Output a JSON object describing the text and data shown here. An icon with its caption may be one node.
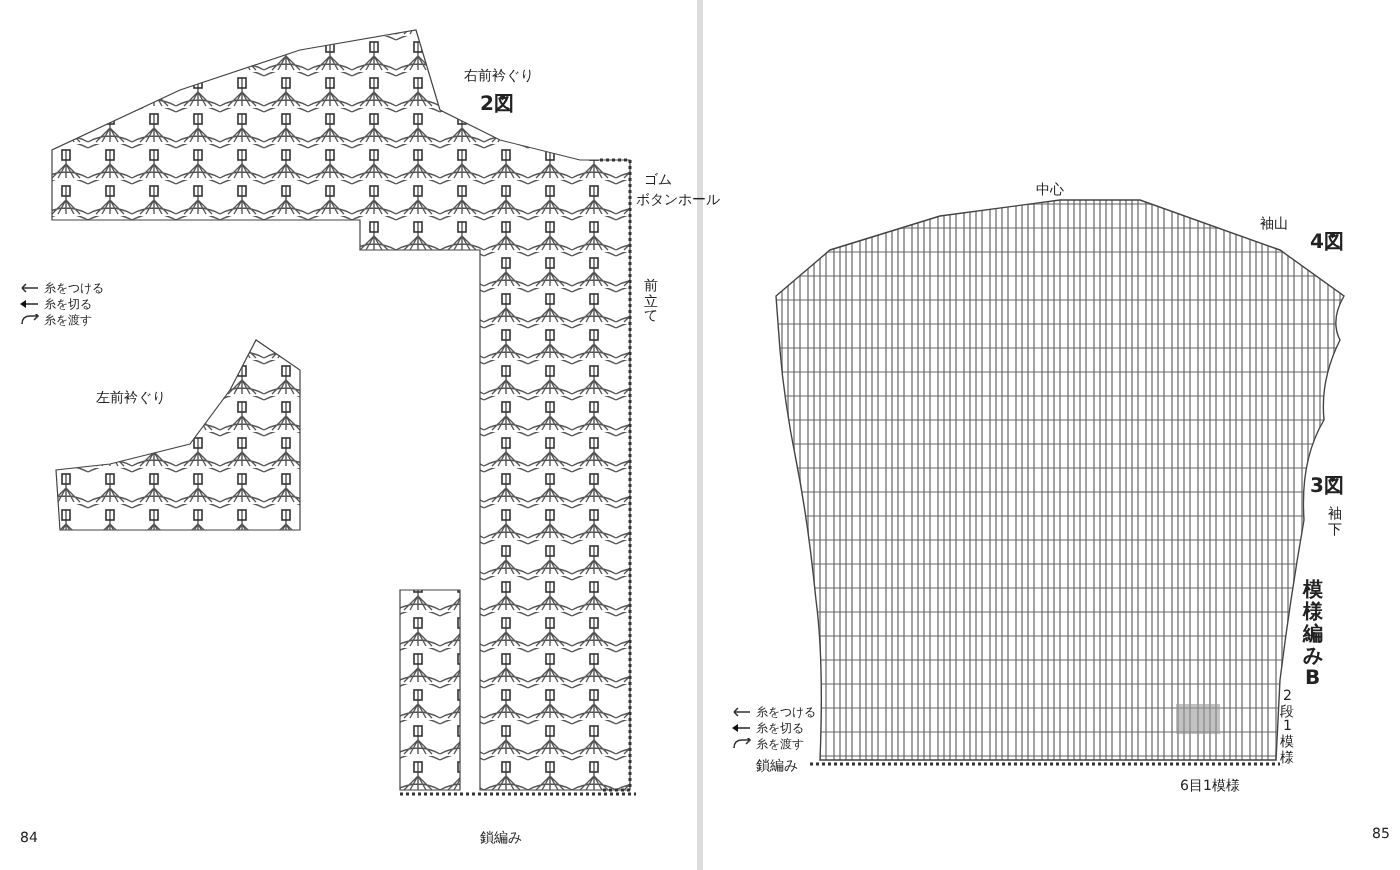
{
  "diagram": {
    "labels": [
      "右前衿ぐり",
      "2図",
      "ゴム",
      "ボタンホール",
      "前立て",
      "左前衿ぐり",
      "鎖編み",
      "84",
      "中心",
      "袖山",
      "4図",
      "3図",
      "袖下",
      "模様編みB",
      "2段1模様",
      "6目1模様",
      "鎖編み",
      "85"
    ],
    "legend": [
      {
        "text": "糸をつける"
      },
      {
        "text": "糸を切る"
      },
      {
        "text": "糸を渡す"
      },
      {
        "text": "糸をつける"
      },
      {
        "text": "糸を切る"
      },
      {
        "text": "糸を渡す"
      }
    ]
  }
}
